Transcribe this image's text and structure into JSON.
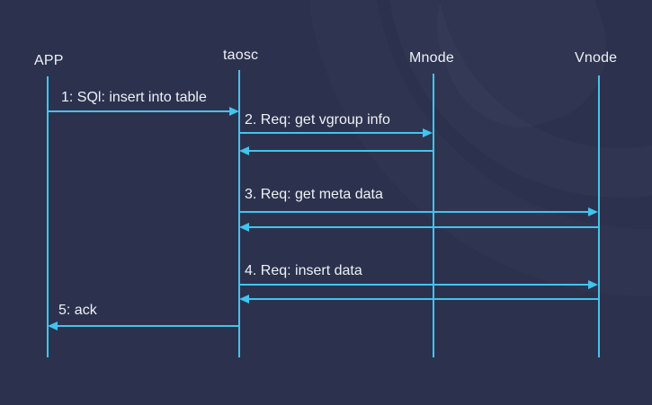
{
  "diagram": {
    "type": "sequence",
    "participants": [
      {
        "id": "app",
        "label": "APP"
      },
      {
        "id": "taosc",
        "label": "taosc"
      },
      {
        "id": "mnode",
        "label": "Mnode"
      },
      {
        "id": "vnode",
        "label": "Vnode"
      }
    ],
    "messages": [
      {
        "num": "1",
        "label": "1: SQl: insert into table",
        "from": "APP",
        "to": "taosc",
        "reply": false
      },
      {
        "num": "2",
        "label": "2. Req: get vgroup info",
        "from": "taosc",
        "to": "Mnode",
        "reply": true
      },
      {
        "num": "3",
        "label": "3. Req: get meta data",
        "from": "taosc",
        "to": "Vnode",
        "reply": true
      },
      {
        "num": "4",
        "label": "4. Req: insert data",
        "from": "taosc",
        "to": "Vnode",
        "reply": true
      },
      {
        "num": "5",
        "label": "5: ack",
        "from": "taosc",
        "to": "APP",
        "reply": false
      }
    ],
    "colors": {
      "background": "#2c324e",
      "line": "#41c4ee",
      "text": "#eef1f5"
    }
  }
}
